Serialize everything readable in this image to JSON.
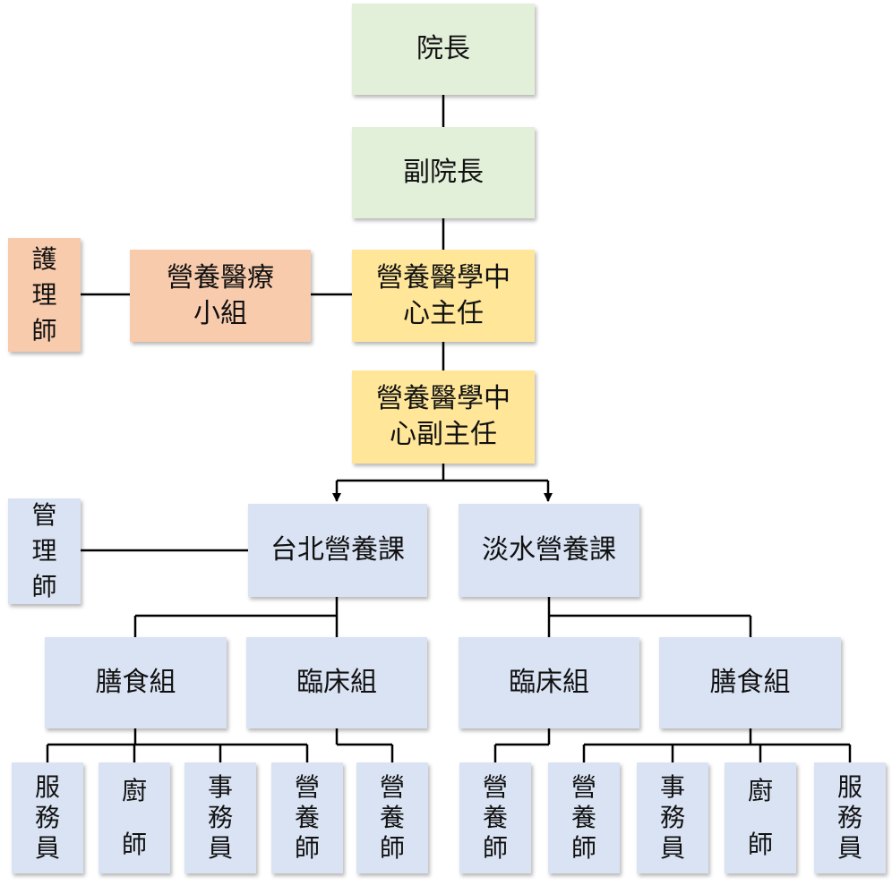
{
  "chart": {
    "director": "院長",
    "vice_director": "副院長",
    "center_director": "營養醫學中心主任",
    "center_vice_director": "營養醫學中心副主任",
    "medical_team": "營養醫療小組",
    "nurse": "護理師",
    "manager": "管理師",
    "taipei_section": "台北營養課",
    "tamsui_section": "淡水營養課",
    "taipei_meal_group": "膳食組",
    "taipei_clinical_group": "臨床組",
    "tamsui_clinical_group": "臨床組",
    "tamsui_meal_group": "膳食組",
    "taipei_meal_staff": [
      "服務員",
      "廚師",
      "事務員",
      "營養師"
    ],
    "taipei_clinical_staff": [
      "營養師"
    ],
    "tamsui_clinical_staff": [
      "營養師"
    ],
    "tamsui_meal_staff": [
      "營養師",
      "事務員",
      "廚師",
      "服務員"
    ]
  },
  "colors": {
    "leadership": "#e2efd9",
    "center": "#ffe699",
    "medical_team": "#f8cbad",
    "sections": "#dae3f3",
    "connector": "#000000"
  }
}
